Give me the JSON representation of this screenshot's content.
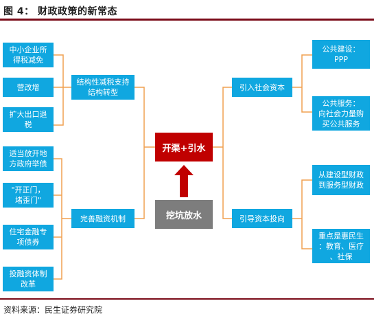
{
  "title": "图 4：  财政政策的新常态",
  "source": "资料来源：民生证券研究院",
  "center": {
    "top_label": "开渠+引水",
    "bottom_label": "挖坑放水"
  },
  "left": {
    "group_top": {
      "label": "结构性减税支持\n结构转型",
      "items": [
        "中小企业所\n得税减免",
        "营改增",
        "扩大出口退\n税"
      ]
    },
    "group_bottom": {
      "label": "完善融资机制",
      "items": [
        "适当放开地\n方政府举债",
        "\"开正门，\n堵歪门\"",
        "住宅金融专\n项债券",
        "投融资体制\n改革"
      ]
    }
  },
  "right": {
    "group_top": {
      "label": "引入社会资本",
      "items": [
        "公共建设：\nPPP",
        "公共服务：\n向社会力量购\n买公共服务"
      ]
    },
    "group_bottom": {
      "label": "引导资本投向",
      "items": [
        "从建设型财政\n到服务型财政",
        "重点是惠民生\n：教育、医疗\n、社保"
      ]
    }
  },
  "colors": {
    "box": "#10a7e0",
    "bracket": "#f0a050",
    "red": "#c00000",
    "arrow": "#c00000",
    "gray": "#7d7d7d",
    "rule": "#7a0a18"
  }
}
